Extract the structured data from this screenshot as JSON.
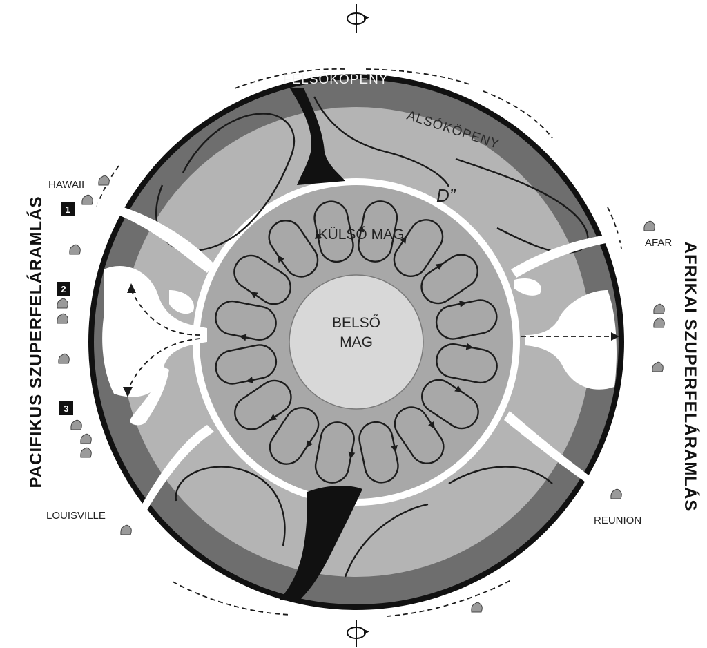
{
  "layers": {
    "upper_mantle": "FELSŐKÖPENY",
    "lower_mantle": "ALSÓKÖPENY",
    "d_double_prime": "D”",
    "outer_core": "KÜLSŐ MAG",
    "inner_core_line1": "BELSŐ",
    "inner_core_line2": "MAG"
  },
  "hotspots": {
    "hawaii": "HAWAII",
    "louisville": "LOUISVILLE",
    "afar": "AFAR",
    "reunion": "REUNION"
  },
  "superplumes": {
    "pacific": "PACIFIKUS SZUPERFELÁRAMLÁS",
    "african": "AFRIKAI SZUPERFELÁRAMLÁS"
  },
  "markers": [
    "1",
    "2",
    "3"
  ],
  "icons": {
    "rotation_axis_top": "rotation-axis-icon",
    "rotation_axis_bottom": "rotation-axis-icon",
    "volcano": "volcano-icon"
  },
  "colors": {
    "crust": "#111111",
    "upper_mantle": "#6e6e6e",
    "lower_mantle": "#b4b4b4",
    "d_layer": "#ffffff",
    "outer_core": "#a8a8a8",
    "inner_core": "#d8d8d8",
    "plume": "#ffffff",
    "slab": "#111111"
  }
}
